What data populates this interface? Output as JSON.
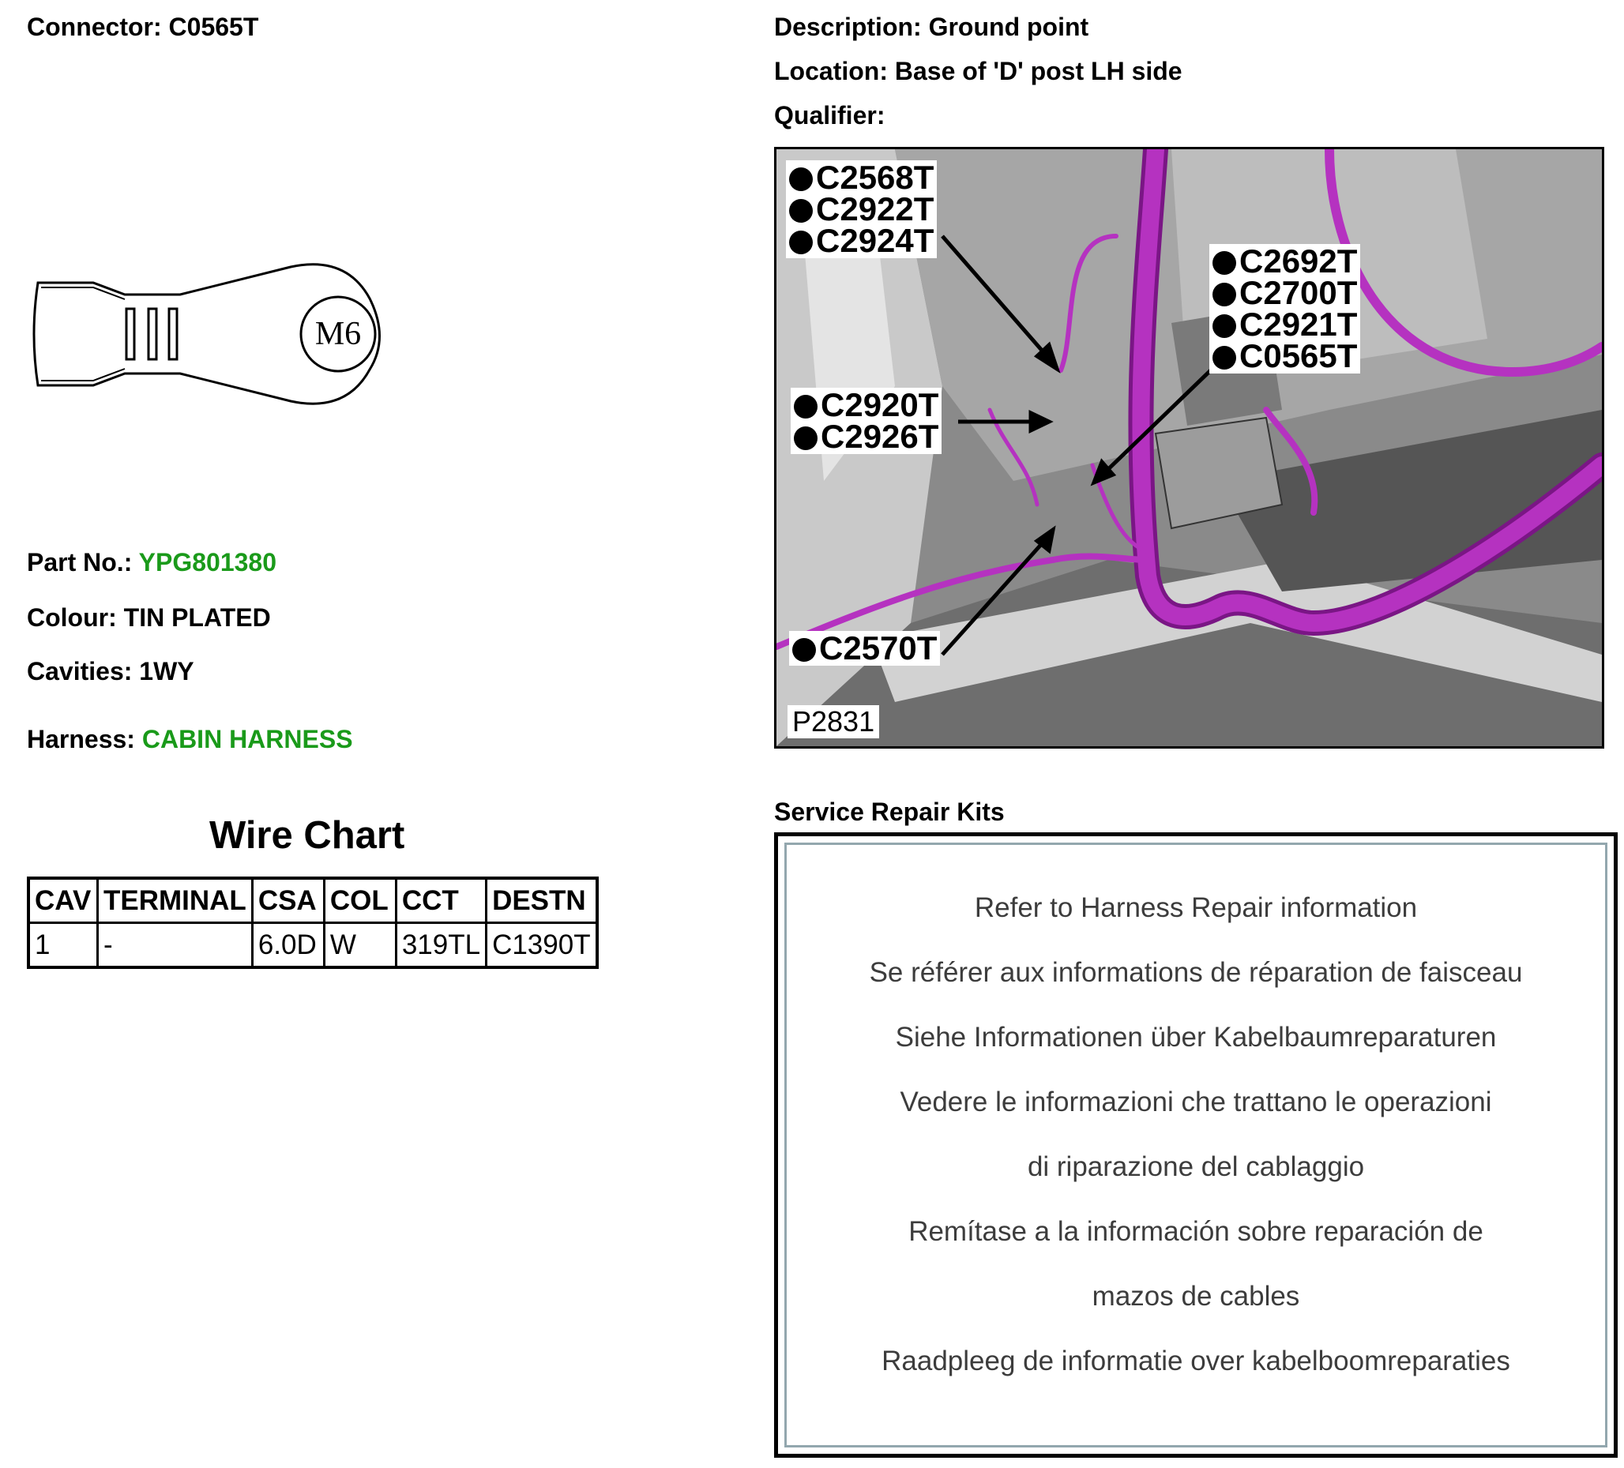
{
  "connector": {
    "label": "Connector:",
    "value": "C0565T"
  },
  "description": {
    "label": "Description:",
    "value": "Ground point"
  },
  "location": {
    "label": "Location:",
    "value": "Base of 'D' post LH side"
  },
  "qualifier": {
    "label": "Qualifier:",
    "value": ""
  },
  "terminal_drawing": {
    "stud_label": "M6"
  },
  "part_no": {
    "label": "Part No.:",
    "value": "YPG801380"
  },
  "colour": {
    "label": "Colour:",
    "value": "TIN PLATED"
  },
  "cavities": {
    "label": "Cavities:",
    "value": "1WY"
  },
  "harness": {
    "label": "Harness:",
    "value": "CABIN HARNESS"
  },
  "wire_chart": {
    "title": "Wire Chart",
    "headers": [
      "CAV",
      "TERMINAL",
      "CSA",
      "COL",
      "CCT",
      "DESTN"
    ],
    "rows": [
      [
        "1",
        "-",
        "6.0D",
        "W",
        "319TL",
        "C1390T"
      ]
    ]
  },
  "photo": {
    "callouts": [
      [
        "C2568T",
        "C2922T",
        "C2924T"
      ],
      [
        "C2692T",
        "C2700T",
        "C2921T",
        "C0565T"
      ],
      [
        "C2920T",
        "C2926T"
      ],
      [
        "C2570T"
      ]
    ],
    "figure_ref": "P2831",
    "harness_color": "#a020a8"
  },
  "service_repair_kits": {
    "title": "Service Repair Kits",
    "lines": [
      "Refer to Harness Repair information",
      "Se référer aux informations de réparation de faisceau",
      "Siehe Informationen über Kabelbaumreparaturen",
      "Vedere le informazioni che trattano le operazioni",
      "di riparazione del cablaggio",
      "Remítase a la información sobre reparación de",
      "mazos de cables",
      "Raadpleeg de informatie over kabelboomreparaties"
    ]
  },
  "colors": {
    "link_green": "#1a9a1a",
    "box_inner_border": "#93a7ae"
  }
}
